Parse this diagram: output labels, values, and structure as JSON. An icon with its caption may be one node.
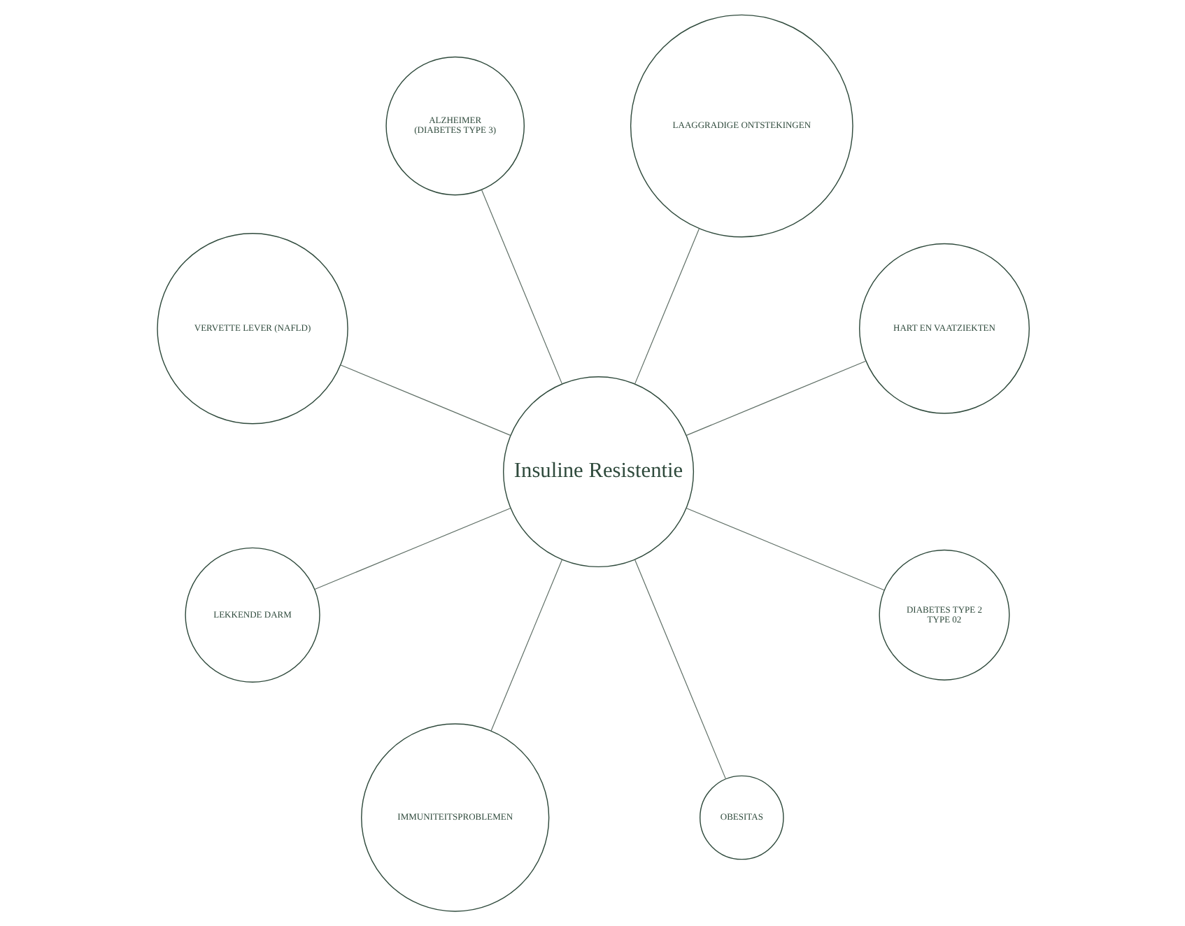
{
  "diagram": {
    "nodes": [
      {
        "text": [
          "Insuline Resistentie"
        ]
      },
      {
        "text": [
          "HART EN VAATZIEKTEN"
        ]
      },
      {
        "text": [
          "LAAGGRADIGE ONTSTEKINGEN"
        ]
      },
      {
        "text": [
          "ALZHEIMER",
          "(DIABETES TYPE 3)"
        ]
      },
      {
        "text": [
          "VERVETTE LEVER (NAFLD)"
        ]
      },
      {
        "text": [
          "LEKKENDE DARM"
        ]
      },
      {
        "text": [
          "IMMUNITEITSPROBLEMEN"
        ]
      },
      {
        "text": [
          "OBESITAS"
        ]
      },
      {
        "text": [
          "DIABETES TYPE 2",
          "TYPE 02"
        ]
      }
    ],
    "edges": [
      {
        "from": 0,
        "to": 1,
        "arrow": "none"
      },
      {
        "from": 0,
        "to": 2,
        "arrow": "none"
      },
      {
        "from": 0,
        "to": 3,
        "arrow": "none"
      },
      {
        "from": 0,
        "to": 4,
        "arrow": "none"
      },
      {
        "from": 0,
        "to": 5,
        "arrow": "none"
      },
      {
        "from": 0,
        "to": 6,
        "arrow": "none"
      },
      {
        "from": 0,
        "to": 7,
        "arrow": "none"
      },
      {
        "from": 0,
        "to": 8,
        "arrow": "none"
      }
    ]
  }
}
